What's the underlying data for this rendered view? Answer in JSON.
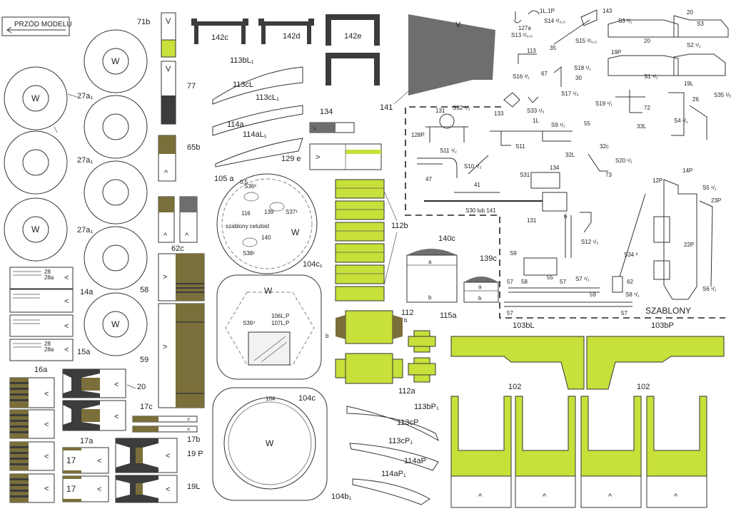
{
  "colors": {
    "lime": "#c8e03a",
    "olive": "#7a6e3a",
    "dark": "#3c3c3c",
    "grey": "#6e6e6e",
    "paper": "#ffffff",
    "line": "#333333"
  },
  "header": {
    "front_label": "PRZÓD MODELU",
    "arrow_icon": "arrow-left-icon"
  },
  "symbols": {
    "lt": "<",
    "gt": ">",
    "caret": "^",
    "w": "W",
    "v": "V"
  },
  "labels": {
    "l71b": "71b",
    "l77": "77",
    "l65b": "65b",
    "l62c": "62c",
    "l58": "58",
    "l59": "59",
    "l27a1": "27a₁",
    "l14a": "14a",
    "l15a": "15a",
    "l28": "28",
    "l28a": "28a",
    "l16a": "16a",
    "l20": "20",
    "l17c": "17c",
    "l17b": "17b",
    "l17a": "17a",
    "l17": "17",
    "l19P": "19 P",
    "l19L": "19L",
    "l142c": "142c",
    "l142d": "142d",
    "l142e": "142e",
    "l113bL1": "113bL₁",
    "l113cL": "113cL",
    "l113cL1": "113cL₁",
    "l114a": "114a",
    "l114aL1": "114aL₁",
    "l134": "134",
    "l129e": "129 e",
    "l141": "141",
    "l105a": "105 a",
    "l05": "0,5",
    "l116": "116",
    "l139": "139",
    "l140": "140",
    "s36": "S36²",
    "s37": "S37¹",
    "s38": "S38¹",
    "celuloid": "szablony celuloid",
    "l104c1": "104c₁",
    "s39": "S39⁴",
    "l106": "106L,P",
    "l107": "107L,P",
    "l104c": "104c",
    "l104": "104",
    "l104b1": "104b₁",
    "l112b": "112b",
    "l112": "112",
    "l112a": "112a",
    "lb": "b",
    "l115a": "115a",
    "l140c": "140c",
    "l139c": "139c",
    "la": "a",
    "l113bP1": "113bP₁",
    "l113cP": "113cP",
    "l113cP1": "113cP₁",
    "l114aP": "114aP",
    "l114aP1": "114aP₁",
    "l103bL": "103bL",
    "l103bP": "103bP",
    "l102a": "102",
    "l102b": "102",
    "szablony": "SZABLONY",
    "t1L1P": "1L,1P",
    "tS14": "S14 ²/₀,₅",
    "t127a": "127a",
    "tS13": "S13 ²/₀,₅",
    "t143": "143",
    "t35": "35",
    "tS15": "S15 ²/₀,₅",
    "t113": "113",
    "tS16": "S16 ²/₁",
    "t67": "67",
    "tS18": "S18 ¹/₁",
    "t30": "30",
    "tS17": "S17 ¹/₅",
    "t133": "133",
    "tS33": "S33 ¹/₅",
    "t131": "131",
    "tS32": "S32 ¹/₂",
    "t128P": "128P",
    "t1L": "1L",
    "tS9": "S9 ¹/₂",
    "t55": "55",
    "tS11a": "S11 ¹/₂",
    "tS11": "S11",
    "t47": "47",
    "tS10": "S10 ¹/₂",
    "t32L": "32L",
    "t32c": "32c",
    "tS20": "S20 ¹/₁",
    "t73": "73",
    "tS31": "S31",
    "t134b": "134",
    "t41": "41",
    "tS30": "S30 lub 141",
    "t131b": "131",
    "tS12": "S12 ¹/₂",
    "t6": "6",
    "tS9b": "S9",
    "t55b": "55",
    "t57a": "57",
    "t58b": "58",
    "t57b": "57",
    "tS7": "S7 ¹/₁",
    "t59b": "59",
    "t57c": "57",
    "t57d": "57",
    "t62": "62",
    "tS8": "S8 ¹/₁",
    "tS34": "S34 ²",
    "tS3a": "S3 ²/₁",
    "t20b": "20",
    "tS3": "S3",
    "t20c": "20",
    "tS2": "S2 ¹/₁",
    "t19P": "19P",
    "tS1": "S1 ¹/₁",
    "t19L": "19L",
    "tS35": "S35 ²/₅",
    "tS19": "S19 ¹/₁",
    "t72": "72",
    "t26": "26",
    "t33L": "33L",
    "tS4": "S4 ²/₁",
    "t12P": "12P",
    "t14P": "14P",
    "tS5": "S5 ¹/₁",
    "t23P": "23P",
    "t22P": "22P",
    "tS6": "S6 ¹/₁"
  }
}
